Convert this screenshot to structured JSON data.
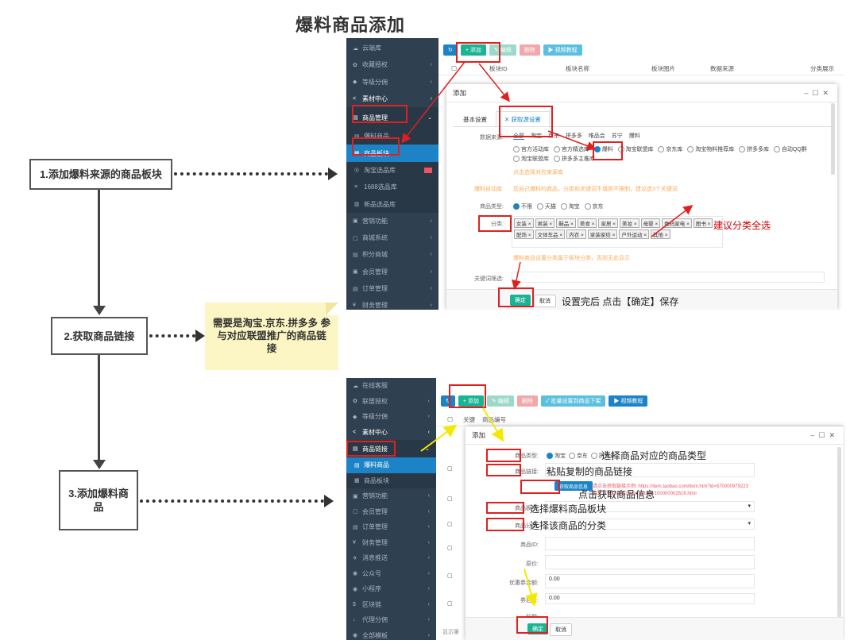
{
  "title": "爆料商品添加",
  "steps": [
    {
      "label": "1.添加爆料来源的商品板块"
    },
    {
      "label": "2.获取商品链接"
    },
    {
      "label": "3.添加爆料商品"
    }
  ],
  "note": "需要是淘宝.京东.拼多多 参与对应联盟推广的商品链接",
  "shot1": {
    "sidebar": [
      {
        "label": "云端库",
        "icon": "☁"
      },
      {
        "label": "收藏授权",
        "icon": "✿"
      },
      {
        "label": "等级分佣",
        "icon": "◆"
      },
      {
        "label": "素材中心",
        "icon": "<"
      },
      {
        "label": "商品管理",
        "icon": "▤"
      },
      {
        "label": "爆料商品",
        "icon": "▤"
      },
      {
        "label": "商品板块",
        "icon": "▦"
      },
      {
        "label": "淘宝选品库",
        "icon": "◎"
      },
      {
        "label": "1688选品库",
        "icon": "≡"
      },
      {
        "label": "新品选品库",
        "icon": "▥"
      },
      {
        "label": "营销功能",
        "icon": "▣"
      },
      {
        "label": "商城系统",
        "icon": "▢"
      },
      {
        "label": "积分商城",
        "icon": "▤"
      },
      {
        "label": "会员管理",
        "icon": "▣"
      },
      {
        "label": "订单管理",
        "icon": "▤"
      },
      {
        "label": "财务管理",
        "icon": "¥"
      }
    ],
    "toolbar": {
      "refresh": "↻",
      "add": "+ 添加",
      "edit": "✎ 编辑",
      "delete": "删除",
      "video": "▶ 视频教程"
    },
    "columns": [
      "板块ID",
      "板块名称",
      "板块图片",
      "数据来源",
      "分类展示"
    ],
    "modal": {
      "title": "添加",
      "tab_basic": "基本设置",
      "tab_advanced": "✕ 获取源设置",
      "source_label": "数据来源:",
      "source_tabs": [
        "全部",
        "淘宝",
        "京东",
        "拼多多",
        "唯品会",
        "苏宁",
        "爆料"
      ],
      "source_options": [
        "官方活动库",
        "官方精选库",
        "爆料",
        "淘宝联盟库",
        "京东库",
        "淘宝物料推荐库",
        "拼多多库",
        "自动QQ群",
        "淘宝联盟库",
        "拼多多主推库"
      ],
      "source_hint": "点击选择对应来源库",
      "auto_label": "爆料自动库:",
      "auto_hint": "您自己爆料的商品，分类和关键词不填则不限制，建议选3个关键词",
      "type_label": "商品类型:",
      "type_options": [
        "不限",
        "天猫",
        "淘宝",
        "京东"
      ],
      "cat_label": "分类:",
      "categories": [
        "女装",
        "男装",
        "鞋品",
        "美食",
        "家居",
        "美妆",
        "母婴",
        "数码家电",
        "图书",
        "配饰",
        "文体车品",
        "内衣",
        "家装家纺",
        "户外运动",
        "其他"
      ],
      "cat_hint": "爆料商品设置分类属于板块分类，否则无此显示",
      "kw_label": "关键词筛选:",
      "ok": "确定",
      "cancel": "取消"
    }
  },
  "shot2": {
    "sidebar": [
      {
        "label": "在线客服",
        "icon": "☁"
      },
      {
        "label": "联盟授权",
        "icon": "✿"
      },
      {
        "label": "等级分佣",
        "icon": "◆"
      },
      {
        "label": "素材中心",
        "icon": "<"
      },
      {
        "label": "商品链接",
        "icon": "▤"
      },
      {
        "label": "爆料商品",
        "icon": "▤"
      },
      {
        "label": "商品板块",
        "icon": "▦"
      },
      {
        "label": "营销功能",
        "icon": "▣"
      },
      {
        "label": "会员管理",
        "icon": "▢"
      },
      {
        "label": "订单管理",
        "icon": "▤"
      },
      {
        "label": "财务管理",
        "icon": "¥"
      },
      {
        "label": "消息推送",
        "icon": "✈"
      },
      {
        "label": "公众号",
        "icon": "◉"
      },
      {
        "label": "小程序",
        "icon": "◉"
      },
      {
        "label": "区块链",
        "icon": "$"
      },
      {
        "label": "代理分佣",
        "icon": "↓"
      },
      {
        "label": "全部模板",
        "icon": "◉"
      }
    ],
    "toolbar": {
      "add": "+ 添加",
      "edit": "✎ 编辑",
      "delete": "删除",
      "sync": "✓ 批量设置到商品下架",
      "video": "▶ 视频教程"
    },
    "columns": [
      "关键",
      "商品编号"
    ],
    "modal": {
      "title": "添加",
      "fields": [
        {
          "label": "商品类型:"
        },
        {
          "label": "商品链接:"
        },
        {
          "label": "商品板块:"
        },
        {
          "label": "商品分类:"
        },
        {
          "label": "商品ID:"
        },
        {
          "label": "原价:"
        },
        {
          "label": "优惠券金额:"
        },
        {
          "label": "券后价:"
        },
        {
          "label": "标题:"
        }
      ],
      "type_options": [
        "淘宝",
        "京东",
        "拼多多"
      ],
      "fetch_button": "获取商品信息",
      "fetch_hint": "请点击获取链接示例: https://item.taobao.com/item.htm?id=570000979223",
      "fetch_hint2": "京东示例: https://item.jd.com/100000002616.html",
      "coupon_value": "0.00",
      "final_value": "0.00",
      "ok": "确定",
      "cancel": "取消",
      "footer": "显示第"
    }
  },
  "annotations": {
    "select_all": "建议分类全选",
    "save": "设置完后 点击【确定】保存",
    "select_type": "选择商品对应的商品类型",
    "paste_link": "粘贴复制的商品链接",
    "click_fetch": "点击获取商品信息",
    "select_block": "选择爆料商品板块",
    "select_cat": "选择该商品的分类"
  },
  "colors": {
    "highlight": "#e02020",
    "sidebar": "#2f4050",
    "active": "#1c84c6",
    "primary": "#1ab394",
    "note_bg": "#fbf6c4",
    "arrow_yellow": "#f5e800"
  }
}
